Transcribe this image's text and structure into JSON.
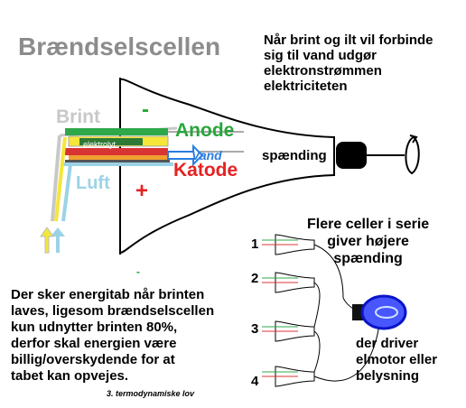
{
  "title": "Brændselscellen",
  "note_top": "Når brint og ilt vil forbinde\nsig til vand udgør\nelektronstrømmen\nelektriciteten",
  "labels": {
    "brint": "Brint",
    "luft": "Luft",
    "anode": "Anode",
    "katode": "Katode",
    "vand": "Vand",
    "elektrolyt": "elektrolyt",
    "minus": "-",
    "plus": "+",
    "spaending": "spænding",
    "small_dash": "-"
  },
  "note_series": "Flere celler i serie\ngiver højere\nspænding",
  "note_loss": "Der sker energitab når brinten\nlaves, ligesom brændselscellen\nkun udnytter brinten 80%,\nderfor skal energien være\nbillig/overskydende for at\ntabet kan opvejes.",
  "note_motor": "der driver\nelmotor eller\nbelysning",
  "law": "3. termodynamiske lov",
  "cell_numbers": [
    "1",
    "2",
    "3",
    "4"
  ],
  "colors": {
    "title": "#8c8c8c",
    "anode": "#26a63a",
    "katode": "#e52222",
    "vand": "#2a7de0",
    "luft": "#9bd3e6",
    "brint": "#c8c8c8",
    "elektrolyt_fill": "#f5e63a",
    "bulb": "#2a3cff"
  },
  "icons": [
    "rotation-arrow-icon",
    "light-bulb-icon",
    "motor-icon"
  ]
}
